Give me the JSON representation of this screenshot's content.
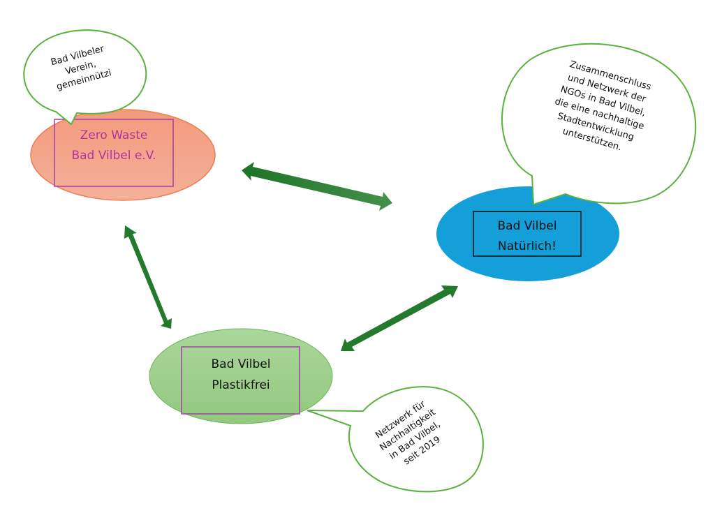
{
  "nodes": [
    {
      "id": "zero-waste",
      "lines": [
        "Zero Waste",
        "Bad Vilbel e.V."
      ],
      "fill": "#f4a488",
      "stroke": "#ee7c4f",
      "text_color": "#b0379a",
      "box_color": "#a23ea6"
    },
    {
      "id": "natuerlich",
      "lines": [
        "Bad Vilbel",
        "Natürlich!"
      ],
      "fill": "#149fd8",
      "stroke": "#149fd8",
      "text_color": "#111111",
      "box_color": "#111111"
    },
    {
      "id": "plastikfrei",
      "lines": [
        "Bad Vilbel",
        "Plastikfrei"
      ],
      "fill": "#9ccf8a",
      "stroke": "#6cb35a",
      "text_color": "#111111",
      "box_color": "#a23ea6"
    }
  ],
  "bubbles": [
    {
      "id": "zero-waste-note",
      "lines": [
        "Bad Vilbeler",
        "Verein,",
        "gemeinnützi"
      ],
      "stroke": "#58b23c"
    },
    {
      "id": "natuerlich-note",
      "lines": [
        "Zusammenschluss",
        "und Netzwerk der",
        "NGOs in Bad Vilbel,",
        "die eine nachhaltige",
        "Stadtentwicklung",
        "unterstützen."
      ],
      "stroke": "#58b23c"
    },
    {
      "id": "plastikfrei-note",
      "lines": [
        "Netzwerk für",
        "Nachhaltigkeit",
        "in Bad Vilbel,",
        "seit 2019"
      ],
      "stroke": "#58b23c"
    }
  ],
  "connections": [
    {
      "from": "zero-waste",
      "to": "natuerlich",
      "bidirectional": true
    },
    {
      "from": "zero-waste",
      "to": "plastikfrei",
      "bidirectional": true
    },
    {
      "from": "plastikfrei",
      "to": "natuerlich",
      "bidirectional": true
    }
  ],
  "colors": {
    "arrow": "#1f7a2a",
    "arrow_light": "#3d8a46"
  }
}
